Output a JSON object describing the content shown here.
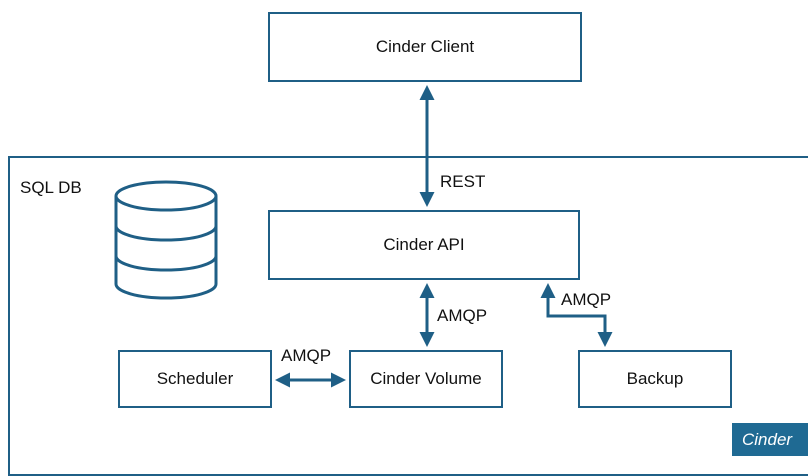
{
  "diagram": {
    "cinder_client": "Cinder Client",
    "cinder_api": "Cinder API",
    "scheduler": "Scheduler",
    "cinder_volume": "Cinder Volume",
    "backup": "Backup",
    "sql_db": "SQL DB",
    "tag": "Cinder",
    "edges": {
      "client_api": "REST",
      "api_volume": "AMQP",
      "api_backup": "AMQP",
      "scheduler_volume": "AMQP"
    }
  },
  "colors": {
    "line": "#1f5f86",
    "tag_bg": "#1f6a93"
  }
}
